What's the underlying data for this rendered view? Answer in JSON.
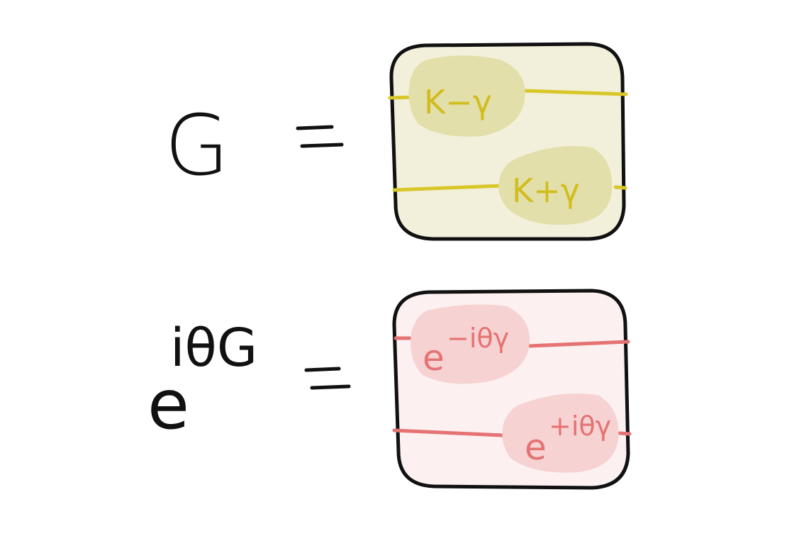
{
  "equations": [
    {
      "lhs": {
        "base": "G",
        "exponent": ""
      },
      "equals": "=",
      "box": {
        "blob_top": {
          "base": "K−γ",
          "exponent": ""
        },
        "blob_bottom": {
          "base": "K+γ",
          "exponent": ""
        }
      },
      "colors": {
        "line": "#d9c72a",
        "blob": "#e3dfaa",
        "box_fill": "#f2f0da",
        "text": "#d1bd1e"
      }
    },
    {
      "lhs": {
        "base": "e",
        "exponent": "iθG"
      },
      "equals": "=",
      "box": {
        "blob_top": {
          "base": "e",
          "exponent": "−iθγ"
        },
        "blob_bottom": {
          "base": "e",
          "exponent": "+iθγ"
        }
      },
      "colors": {
        "line": "#e57373",
        "blob": "#f6d2d2",
        "box_fill": "#fcf0f0",
        "text": "#e57373"
      }
    }
  ]
}
